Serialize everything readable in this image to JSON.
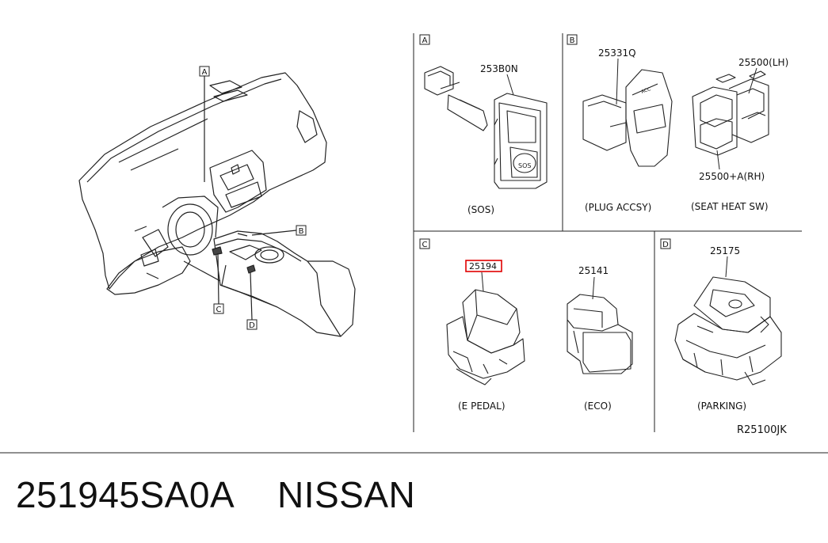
{
  "callouts": {
    "A": "A",
    "B": "B",
    "C": "C",
    "D": "D"
  },
  "panels": {
    "A": {
      "box": "A",
      "part_no": "253B0N",
      "caption": "(SOS)"
    },
    "B": {
      "box": "B",
      "part_no_1": "25331Q",
      "caption_1": "(PLUG ACCSY)",
      "part_no_lh": "25500(LH)",
      "part_no_rh": "25500+A(RH)",
      "caption_2": "(SEAT HEAT SW)"
    },
    "C": {
      "box": "C",
      "part_no_highlight": "25194",
      "caption_1": "(E PEDAL)",
      "part_no_2": "25141",
      "caption_2": "(ECO)"
    },
    "D": {
      "box": "D",
      "part_no": "25175",
      "caption": "(PARKING)"
    }
  },
  "diagram_ref": "R25100JK",
  "footer": {
    "part_number": "251945SA0A",
    "brand": "NISSAN"
  },
  "colors": {
    "highlight": "#e00000",
    "line": "#1a1a1a"
  }
}
